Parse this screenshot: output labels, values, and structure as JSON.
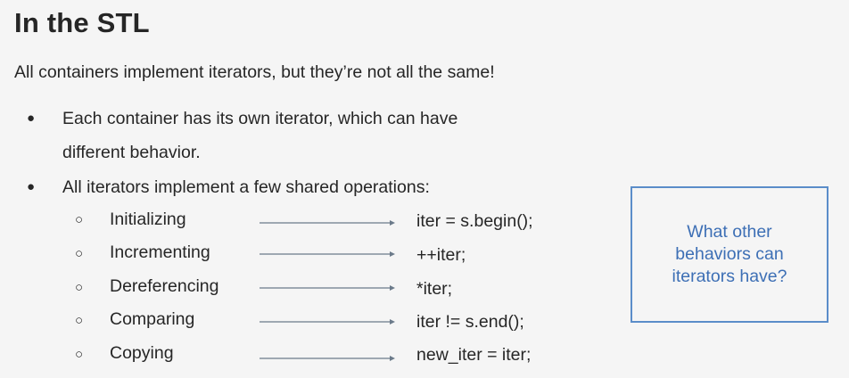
{
  "slide": {
    "title": "In the STL",
    "subtitle": "All containers implement iterators, but they’re not all the same!",
    "bullet_symbol": "●",
    "sub_bullet_symbol": "○",
    "bullets": [
      {
        "line1": "Each container has its own iterator, which can have",
        "line2": "different behavior."
      },
      {
        "line1": "All iterators implement a few shared operations:"
      }
    ],
    "operations": [
      {
        "label": "Initializing",
        "code": "iter = s.begin();"
      },
      {
        "label": "Incrementing",
        "code": "++iter;"
      },
      {
        "label": "Dereferencing",
        "code": "*iter;"
      },
      {
        "label": "Comparing",
        "code": "iter != s.end();"
      },
      {
        "label": "Copying",
        "code": "new_iter = iter;"
      }
    ],
    "callout": "What other behaviors can iterators have?"
  },
  "colors": {
    "text": "#262626",
    "callout_border": "#5b8dc9",
    "callout_text": "#3d6fb5",
    "arrow": "#6b7a8a"
  }
}
